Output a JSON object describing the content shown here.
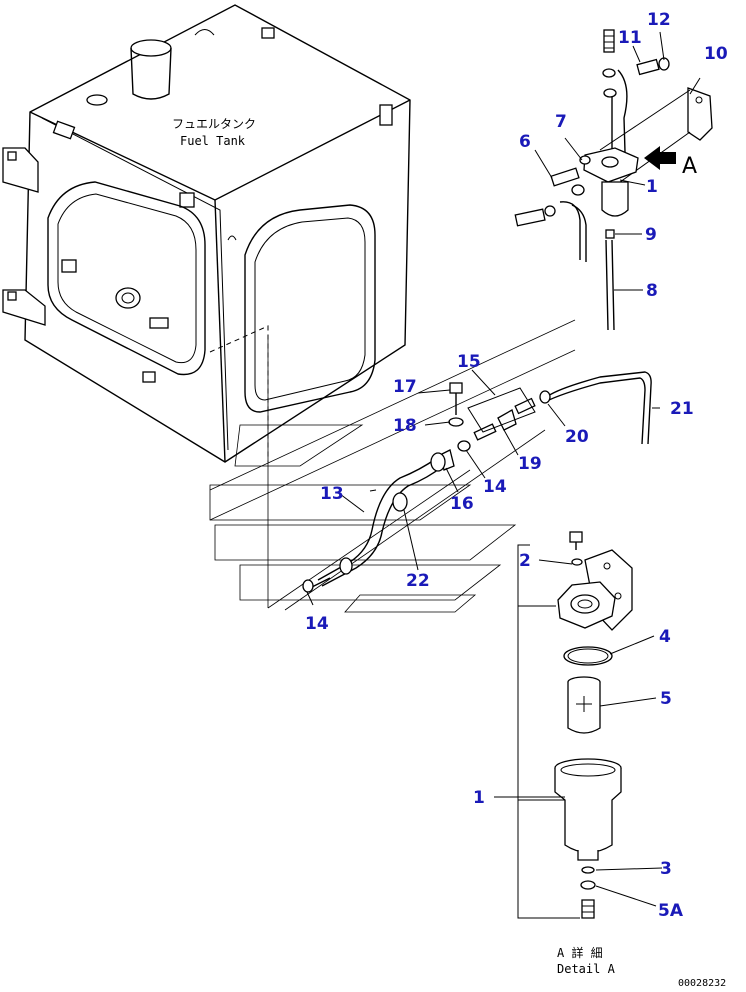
{
  "tank_label_jp": "フュエルタンク",
  "tank_label_en": "Fuel Tank",
  "view_marker": "A",
  "detail_label_jp": "A 詳 細",
  "detail_label_en": "Detail A",
  "drawing_number": "00028232",
  "callouts": {
    "c12": "12",
    "c11": "11",
    "c10": "10",
    "c7": "7",
    "c6": "6",
    "c1_top": "1",
    "c9": "9",
    "c8": "8",
    "c15": "15",
    "c17": "17",
    "c18": "18",
    "c21": "21",
    "c20": "20",
    "c19": "19",
    "c14_mid": "14",
    "c13": "13",
    "c16": "16",
    "c22": "22",
    "c14_bot": "14",
    "c2": "2",
    "c4": "4",
    "c5": "5",
    "c1_detail": "1",
    "c3": "3",
    "c5a": "5A"
  },
  "colors": {
    "callout": "#1a1ab8",
    "ink": "#000000",
    "background": "#ffffff"
  }
}
